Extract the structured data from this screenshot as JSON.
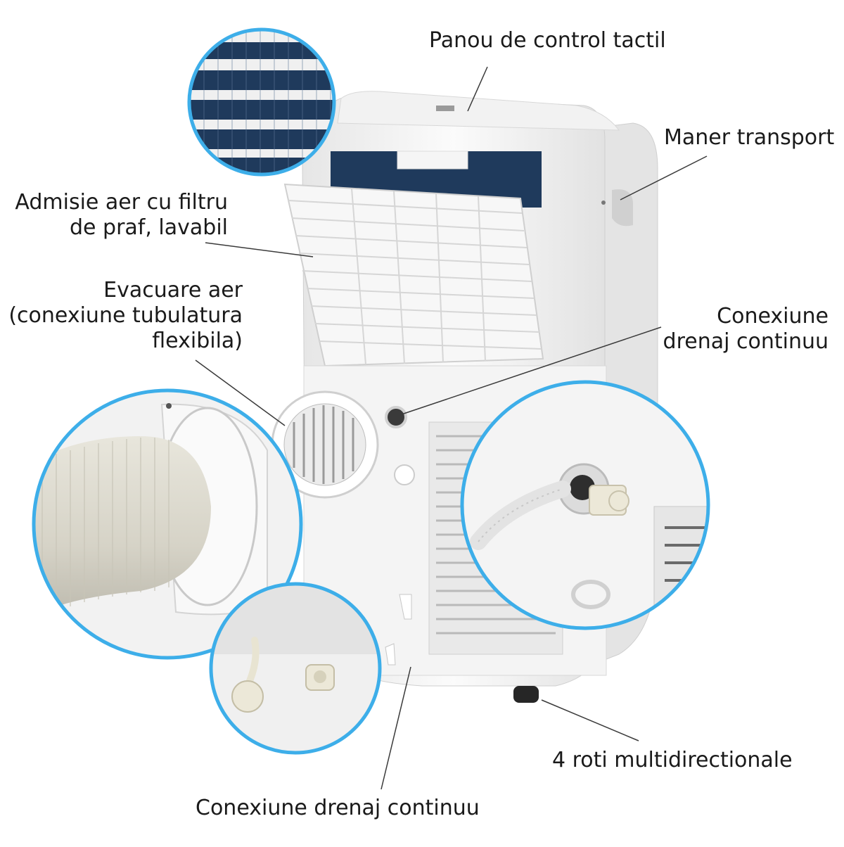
{
  "colors": {
    "callout_ring": "#3daee9",
    "leader_line": "#3a3a3a",
    "unit_body": "#f3f3f3",
    "unit_shadow": "#d4d4d4",
    "filter_mesh": "#1f3a5c",
    "hose": "#d9d7cc"
  },
  "labels": {
    "control_panel": "Panou de control tactil",
    "handle": "Maner transport",
    "air_intake": [
      "Admisie aer cu filtru",
      "de praf, lavabil"
    ],
    "exhaust": [
      "Evacuare aer",
      "(conexiune tubulatura",
      "flexibila)"
    ],
    "drain_right": [
      "Conexiune",
      "drenaj continuu"
    ],
    "wheels": "4 roti multidirectionale",
    "drain_bottom": "Conexiune drenaj continuu"
  },
  "icons": {
    "filter_detail": "air-filter-mesh-icon",
    "hose_detail": "exhaust-hose-icon",
    "drain_detail": "drain-port-icon",
    "bottom_drain_detail": "drain-plug-icon"
  }
}
